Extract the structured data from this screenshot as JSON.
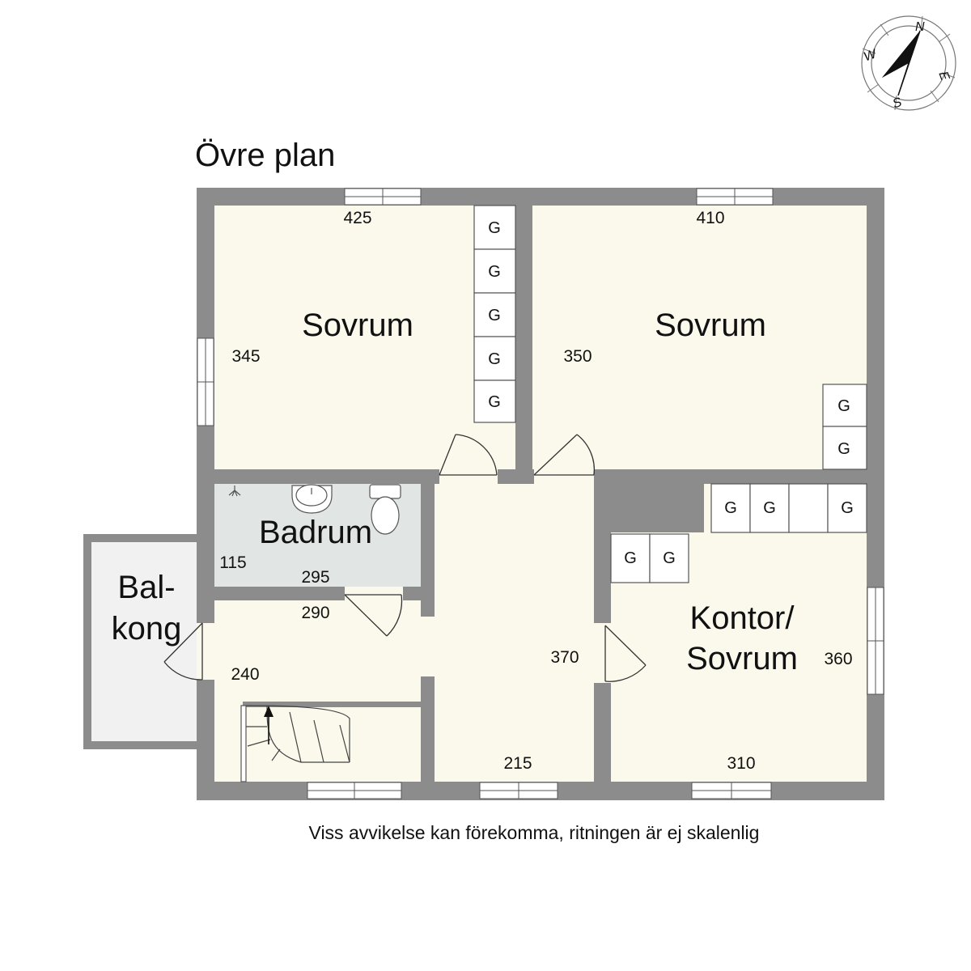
{
  "title": "Övre plan",
  "disclaimer": "Viss avvikelse kan förekomma, ritningen är ej skalenlig",
  "compass": {
    "north": "N",
    "south": "S",
    "east": "E",
    "west": "W"
  },
  "rooms": {
    "bedroom_left": {
      "name": "Sovrum",
      "dim_width": "425",
      "dim_depth": "345"
    },
    "bedroom_right": {
      "name": "Sovrum",
      "dim_width": "410",
      "dim_depth": "350"
    },
    "bathroom": {
      "name": "Badrum",
      "dim_width": "295",
      "dim_depth": "115"
    },
    "balcony": {
      "name_line1": "Bal-",
      "name_line2": "kong"
    },
    "office": {
      "name_line1": "Kontor/",
      "name_line2": "Sovrum",
      "dim_width": "310",
      "dim_depth": "360"
    },
    "hall": {
      "dim_width": "290",
      "dim_depth": "240"
    },
    "corridor": {
      "dim_width": "215",
      "dim_depth": "370"
    }
  },
  "wardrobe_label": "G",
  "colors": {
    "wall": "#8c8c8c",
    "floor": "#fbf9ec",
    "bathroom_floor": "#e1e5e4",
    "balcony_floor": "#f1f1f1",
    "text": "#111111"
  }
}
